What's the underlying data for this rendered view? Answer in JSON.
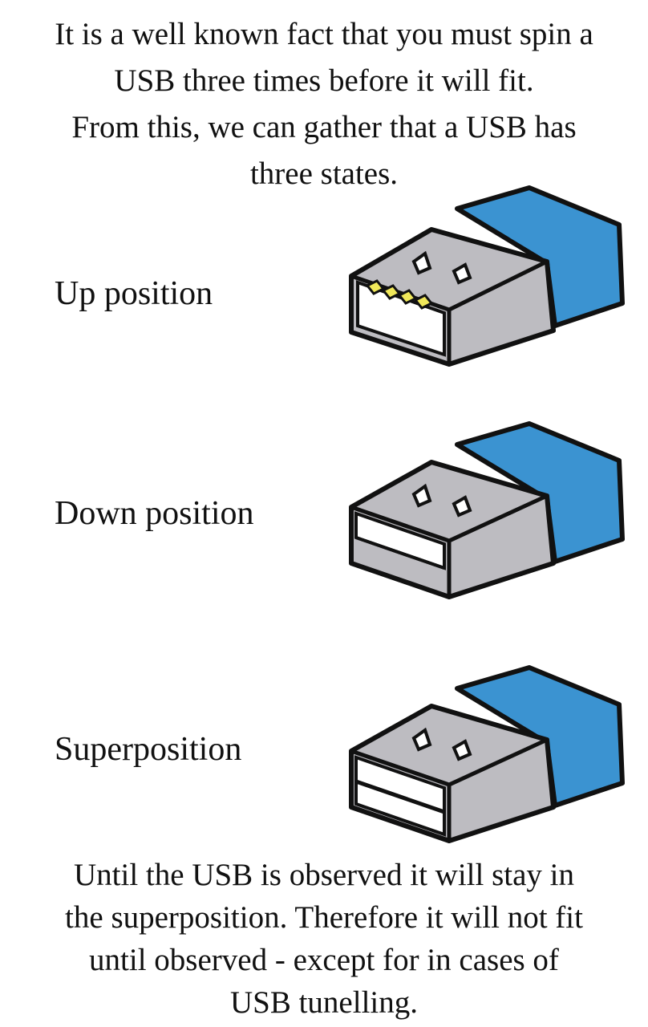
{
  "intro": {
    "lines": [
      "It is a well known fact that you must spin a",
      "USB three times before it will fit.",
      "From this, we can gather that a USB has",
      "three states."
    ]
  },
  "states": [
    {
      "label": "Up position",
      "icon": "usb-up-icon"
    },
    {
      "label": "Down position",
      "icon": "usb-down-icon"
    },
    {
      "label": "Superposition",
      "icon": "usb-superposition-icon"
    }
  ],
  "outro": {
    "lines": [
      "Until the USB is observed it will stay in",
      "the superposition. Therefore it will not fit",
      "until observed - except for in cases of",
      "USB tunelling."
    ]
  },
  "colors": {
    "cap": "#3b93d1",
    "body": "#bdbcc1",
    "contacts": "#f0e85a",
    "ink": "#111111"
  }
}
